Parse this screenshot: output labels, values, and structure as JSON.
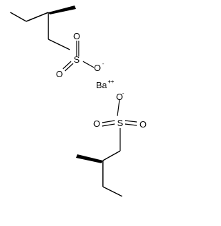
{
  "molecule": {
    "atoms": {
      "top_S": "S",
      "top_O_left": "O",
      "top_O_bottom": "O",
      "top_O_right": "O",
      "top_O_charge": "-",
      "ba": "Ba",
      "ba_charge": "++",
      "bottom_S": "S",
      "bottom_O_top": "O",
      "bottom_O_left": "O",
      "bottom_O_right": "O",
      "bottom_O_charge": "-"
    }
  },
  "colors": {
    "line": "#000000",
    "background": "#ffffff"
  }
}
